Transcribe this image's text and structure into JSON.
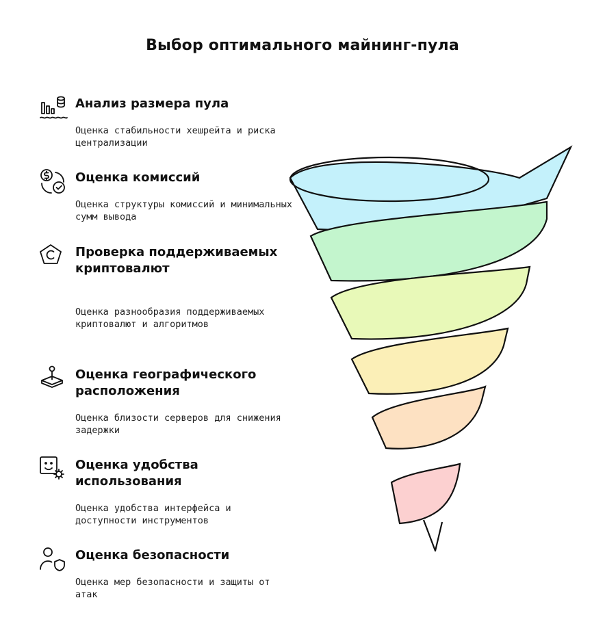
{
  "title": "Выбор оптимального майнинг-пула",
  "items": [
    {
      "heading": "Анализ размера пула",
      "description": "Оценка стабильности хешрейта и риска централизации",
      "icon": "pool-size-chart-icon"
    },
    {
      "heading": "Оценка комиссий",
      "description": "Оценка структуры комиссий и минимальных сумм вывода",
      "icon": "fee-coin-check-icon"
    },
    {
      "heading": "Проверка поддерживаемых криптовалют",
      "description": "Оценка разнообразия поддерживаемых криптовалют и алгоритмов",
      "icon": "crypto-pentagon-icon"
    },
    {
      "heading": "Оценка географического расположения",
      "description": "Оценка близости серверов для снижения задержки",
      "icon": "location-pin-icon"
    },
    {
      "heading": "Оценка удобства использования",
      "description": "Оценка удобства интерфейса и доступности инструментов",
      "icon": "usability-gear-icon"
    },
    {
      "heading": "Оценка безопасности",
      "description": "Оценка мер безопасности и защиты от атак",
      "icon": "user-shield-icon"
    }
  ],
  "funnel_colors": [
    "#c4f1fb",
    "#c3f5cd",
    "#e8f9b8",
    "#fbefb7",
    "#fde1c2",
    "#fcd0d0"
  ]
}
